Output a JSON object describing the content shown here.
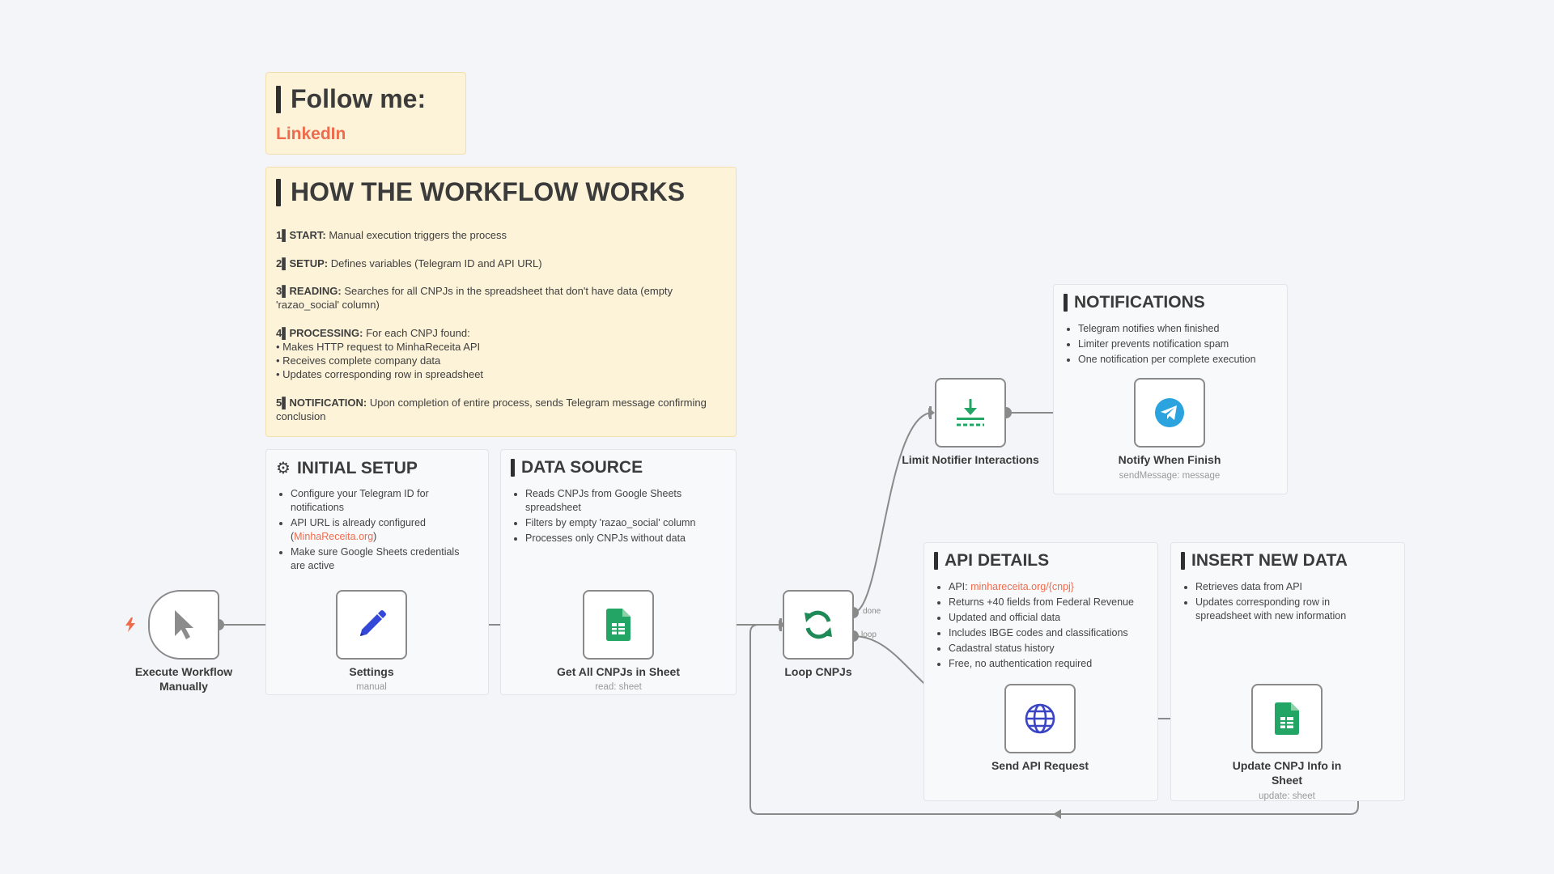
{
  "follow": {
    "title": "Follow me:",
    "link": "LinkedIn"
  },
  "how": {
    "title": "HOW THE WORKFLOW WORKS",
    "steps": {
      "s1": {
        "key": "1▌START:",
        "text": " Manual execution triggers the process"
      },
      "s2": {
        "key": "2▌SETUP:",
        "text": " Defines variables (Telegram ID and API URL)"
      },
      "s3": {
        "key": "3▌READING:",
        "text": " Searches for all CNPJs in the spreadsheet that don't have data (empty 'razao_social' column)"
      },
      "s4": {
        "key": "4▌PROCESSING:",
        "text": " For each CNPJ found:",
        "b1": "• Makes HTTP request to MinhaReceita API",
        "b2": "• Receives complete company data",
        "b3": "• Updates corresponding row in spreadsheet"
      },
      "s5": {
        "key": "5▌NOTIFICATION:",
        "text": " Upon completion of entire process, sends Telegram message confirming conclusion"
      }
    }
  },
  "initial_setup": {
    "title": "INITIAL SETUP",
    "items": [
      "Configure your Telegram ID for notifications",
      "API URL is already configured (",
      "Make sure Google Sheets credentials are active"
    ],
    "link": "MinhaReceita.org",
    "link_close": ")"
  },
  "data_source": {
    "title": "DATA SOURCE",
    "items": [
      "Reads CNPJs from Google Sheets spreadsheet",
      "Filters by empty 'razao_social' column",
      "Processes only CNPJs without data"
    ]
  },
  "notifications": {
    "title": "NOTIFICATIONS",
    "items": [
      "Telegram notifies when finished",
      "Limiter prevents notification spam",
      "One notification per complete execution"
    ]
  },
  "api_details": {
    "title": "API DETAILS",
    "api_prefix": "API: ",
    "api_url": "minhareceita.org/{cnpj}",
    "items": [
      "Returns +40 fields from Federal Revenue",
      "Updated and official data",
      "Includes IBGE codes and classifications",
      "Cadastral status history",
      "Free, no authentication required"
    ]
  },
  "insert_data": {
    "title": "INSERT NEW DATA",
    "items": [
      "Retrieves data from API",
      "Updates corresponding row in spreadsheet with new information"
    ]
  },
  "nodes": {
    "execute": {
      "label": "Execute Workflow Manually",
      "icon": "cursor-icon"
    },
    "settings": {
      "label": "Settings",
      "sub": "manual",
      "icon": "pencil-icon"
    },
    "get_all": {
      "label": "Get All CNPJs in Sheet",
      "sub": "read: sheet",
      "icon": "google-sheets-icon"
    },
    "loop": {
      "label": "Loop CNPJs",
      "icon": "refresh-icon",
      "port_done": "done",
      "port_loop": "loop"
    },
    "limit": {
      "label": "Limit Notifier Interactions",
      "icon": "download-limit-icon"
    },
    "notify": {
      "label": "Notify When Finish",
      "sub": "sendMessage: message",
      "icon": "telegram-icon"
    },
    "send_api": {
      "label": "Send API Request",
      "icon": "globe-icon"
    },
    "update": {
      "label": "Update CNPJ Info in Sheet",
      "sub": "update: sheet",
      "icon": "google-sheets-icon"
    }
  },
  "colors": {
    "accent": "#ee6c4d",
    "sheets": "#23a566",
    "telegram": "#2aa3de",
    "globe": "#3b44c4",
    "edge": "#8a8a8a"
  }
}
